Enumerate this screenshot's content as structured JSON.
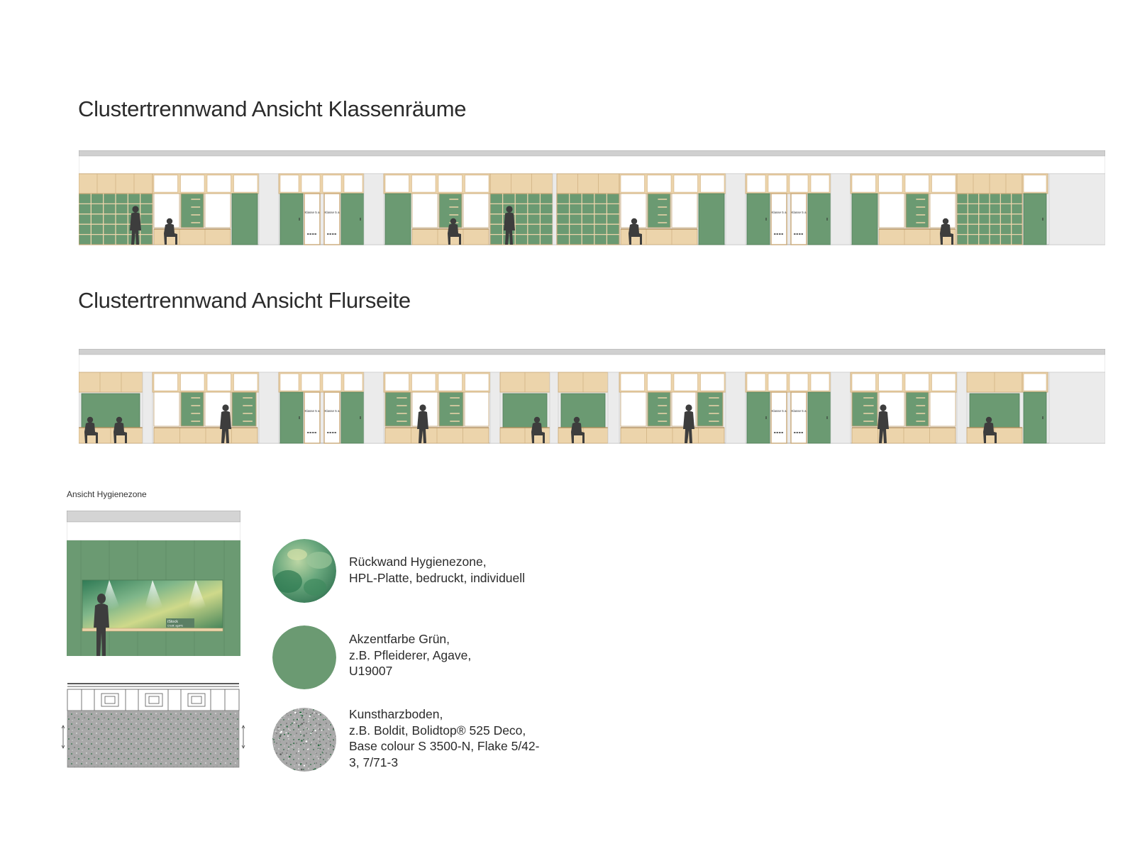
{
  "titles": {
    "classrooms": "Clustertrennwand Ansicht Klassenräume",
    "corridor": "Clustertrennwand Ansicht Flurseite",
    "hygiene": "Ansicht Hygienezone"
  },
  "door_signs": {
    "label": "Klasse 5 a"
  },
  "hygiene_panel": {
    "line1": "iStock",
    "line2": "Credit: agaFfs"
  },
  "materials": [
    {
      "lines": [
        "Rückwand Hygienezone,",
        "HPL-Platte, bedruckt, individuell"
      ]
    },
    {
      "lines": [
        "Akzentfarbe Grün,",
        "z.B. Pfleiderer, Agave,",
        "U19007"
      ]
    },
    {
      "lines": [
        "Kunstharzboden,",
        "z.B. Boldit, Bolidtop® 525 Deco,",
        "Base colour S 3500-N, Flake 5/42-",
        "3, 7/71-3"
      ]
    }
  ],
  "colors": {
    "accent_green": "#6b9a72",
    "wood": "#ecd4ab",
    "wood_line": "#c9a877",
    "wall": "#ebebeb",
    "ceiling": "#d0d0d0",
    "floor_grey": "#a9a9a9",
    "silhouette": "#3d3d3d"
  }
}
